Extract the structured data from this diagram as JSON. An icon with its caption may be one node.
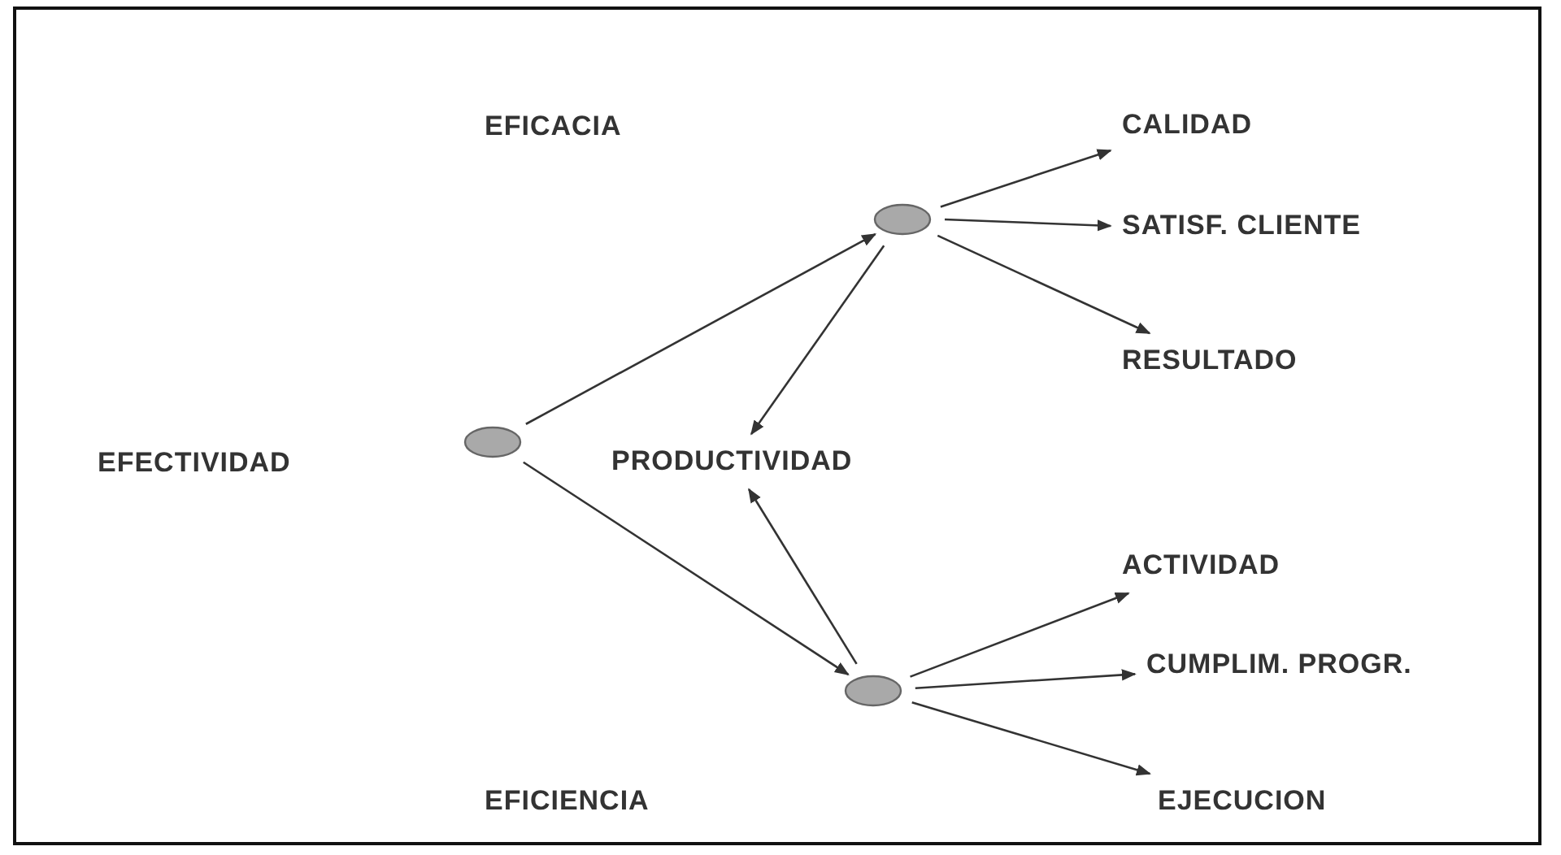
{
  "diagram": {
    "nodes": [
      {
        "text": [],
        "shape": "circle"
      },
      {
        "text": [],
        "shape": "circle"
      },
      {
        "text": [
          "PRODUCTIVIDAD"
        ]
      },
      {
        "text": [],
        "shape": "circle"
      },
      {
        "text": [
          "CALIDAD"
        ]
      },
      {
        "text": [
          "SATISF. CLIENTE"
        ]
      },
      {
        "text": [
          "RESULTADO"
        ]
      },
      {
        "text": [
          "ACTIVIDAD"
        ]
      },
      {
        "text": [
          "CUMPLIM. PROGR."
        ]
      },
      {
        "text": [
          "EJECUCION"
        ]
      }
    ],
    "edges": [
      {
        "from": 0,
        "to": 1,
        "arrow": "to"
      },
      {
        "from": 0,
        "to": 3,
        "arrow": "to"
      },
      {
        "from": 1,
        "to": 2,
        "arrow": "to"
      },
      {
        "from": 3,
        "to": 2,
        "arrow": "to"
      },
      {
        "from": 1,
        "to": 4,
        "arrow": "to"
      },
      {
        "from": 1,
        "to": 5,
        "arrow": "to"
      },
      {
        "from": 1,
        "to": 6,
        "arrow": "to"
      },
      {
        "from": 3,
        "to": 7,
        "arrow": "to"
      },
      {
        "from": 3,
        "to": 8,
        "arrow": "to"
      },
      {
        "from": 3,
        "to": 9,
        "arrow": "to"
      }
    ],
    "labels": [
      "EFICACIA",
      "EFECTIVIDAD",
      "EFICIENCIA"
    ]
  }
}
